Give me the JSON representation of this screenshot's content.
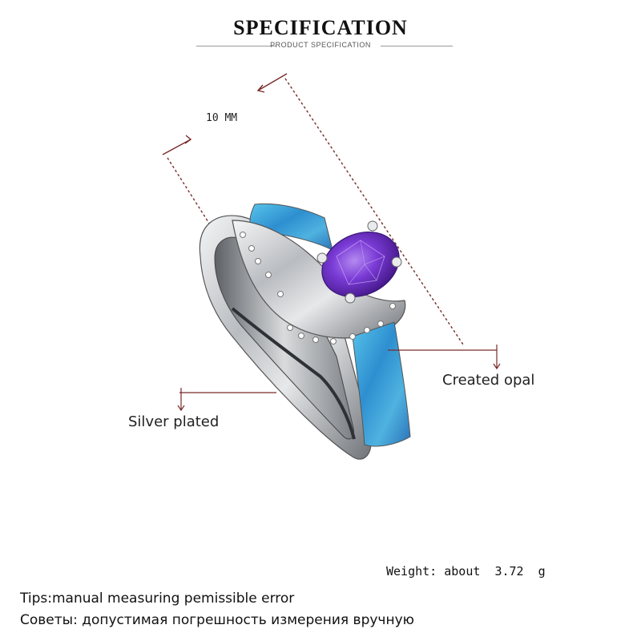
{
  "header": {
    "title": "SPECIFICATION",
    "subtitle": "PRODUCT SPECIFICATION"
  },
  "dimension_label": "10 MM",
  "callouts": {
    "opal": "Created opal",
    "silver": "Silver plated"
  },
  "weight_text": "Weight: about  3.72  g",
  "tips": {
    "english": "Tips:manual measuring pemissible error",
    "russian": "Советы: допустимая погрешность измерения вручную"
  },
  "colors": {
    "amethyst": "#6a2fc4",
    "opal": "#3aa7d6",
    "silver": "#c8cbcf",
    "guide_line": "#7a2a2a"
  }
}
